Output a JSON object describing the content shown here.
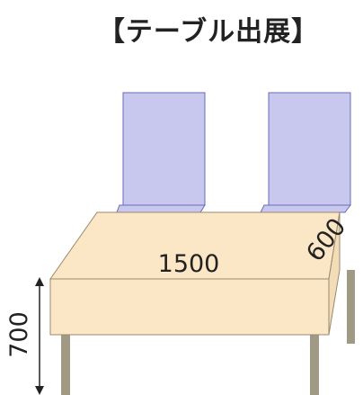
{
  "title": "【テーブル出展】",
  "dimensions": {
    "width": "1500",
    "depth": "600",
    "height": "700"
  },
  "colors": {
    "panel_fill": "#c8c8ee",
    "panel_stroke": "#6a6ab8",
    "tabletop_fill": "#fbe6c6",
    "tabletop_stroke": "#9a8a6e",
    "leg_fill": "#a09a84",
    "arrow": "#222222"
  }
}
